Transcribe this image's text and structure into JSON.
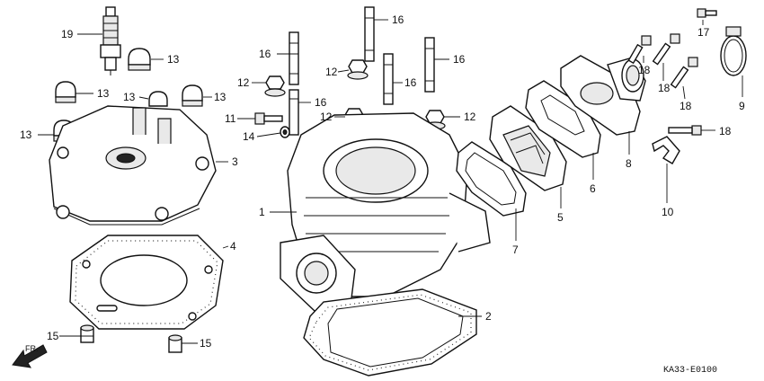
{
  "callouts": {
    "c1": "1",
    "c2": "2",
    "c3": "3",
    "c4": "4",
    "c5": "5",
    "c6": "6",
    "c7": "7",
    "c8": "8",
    "c9": "9",
    "c10": "10",
    "c11": "11",
    "c12a": "12",
    "c12b": "12",
    "c12c": "12",
    "c12d": "12",
    "c13a": "13",
    "c13b": "13",
    "c13c": "13",
    "c13d": "13",
    "c13e": "13",
    "c14": "14",
    "c15a": "15",
    "c15b": "15",
    "c16a": "16",
    "c16b": "16",
    "c16c": "16",
    "c16d": "16",
    "c16e": "16",
    "c17": "17",
    "c18a": "18",
    "c18b": "18",
    "c18c": "18",
    "c18d": "18",
    "c19": "19"
  },
  "front_arrow_label": "FR.",
  "diagram_code": "KA33-E0100"
}
